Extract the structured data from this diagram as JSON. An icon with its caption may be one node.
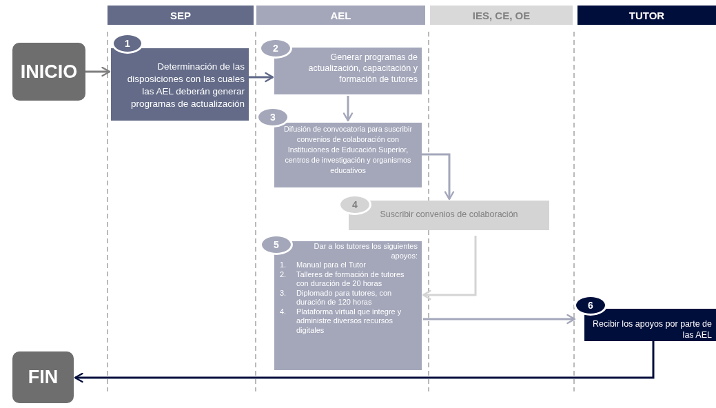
{
  "diagram": {
    "nodes": [
      {
        "text": [
          "SEP"
        ]
      },
      {
        "text": [
          "AEL"
        ]
      },
      {
        "text": [
          "IES, CE, OE"
        ]
      },
      {
        "text": [
          "TUTOR"
        ]
      },
      {
        "text": [
          "INICIO"
        ]
      },
      {
        "text": [
          "1",
          "Determinación de las disposiciones con las cuales las AEL deberán generar programas de actualización"
        ]
      },
      {
        "text": [
          "2",
          "Generar programas de actualización, capacitación y formación de tutores"
        ]
      },
      {
        "text": [
          "3",
          "Difusión de convocatoria para suscribir convenios de colaboración con Instituciones de Educación Superior, centros de investigación y organismos educativos"
        ]
      },
      {
        "text": [
          "4",
          "Suscribir convenios de colaboración"
        ]
      },
      {
        "text": [
          "5",
          "Dar a los tutores los siguientes apoyos:",
          "1.",
          "Manual para el Tutor",
          "2.",
          "Talleres de formación de tutores con duración de 20 horas",
          "3.",
          "Diplomado para tutores, con duración de 120 horas",
          "4.",
          "Plataforma virtual que integre y administre diversos recursos digitales"
        ]
      },
      {
        "text": [
          "6",
          "Recibir los apoyos por parte de las AEL"
        ]
      },
      {
        "text": [
          "FIN"
        ]
      }
    ],
    "edges": [
      {
        "from": 4,
        "to": 5,
        "arrow": "to",
        "color": "#7f7f7f"
      },
      {
        "from": 5,
        "to": 6,
        "arrow": "to",
        "color": "#5f6788"
      },
      {
        "from": 6,
        "to": 7,
        "arrow": "to"
      },
      {
        "from": 7,
        "to": 8,
        "arrow": "to"
      },
      {
        "from": 8,
        "to": 9,
        "arrow": "to",
        "color": "#d4d4d4"
      },
      {
        "from": 9,
        "to": 10,
        "arrow": "to"
      },
      {
        "from": 10,
        "to": 11,
        "arrow": "to",
        "color": "#000e3c"
      }
    ]
  }
}
